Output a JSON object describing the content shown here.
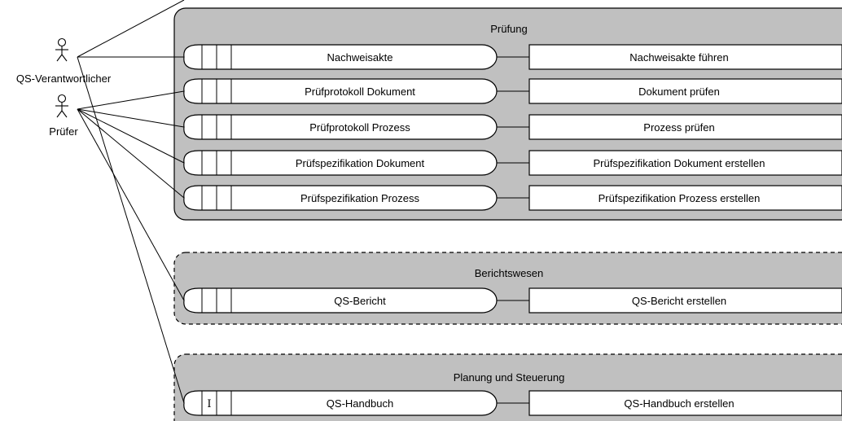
{
  "actors": [
    {
      "id": "qs",
      "label": "QS-Verantwortlicher"
    },
    {
      "id": "pr",
      "label": "Prüfer"
    }
  ],
  "groups": [
    {
      "title": "Prüfung",
      "style": "solid",
      "rows": [
        {
          "object": "Nachweisakte",
          "function": "Nachweisakte führen",
          "marker": ""
        },
        {
          "object": "Prüfprotokoll Dokument",
          "function": "Dokument prüfen",
          "marker": ""
        },
        {
          "object": "Prüfprotokoll Prozess",
          "function": "Prozess prüfen",
          "marker": ""
        },
        {
          "object": "Prüfspezifikation Dokument",
          "function": "Prüfspezifikation Dokument erstellen",
          "marker": ""
        },
        {
          "object": "Prüfspezifikation Prozess",
          "function": "Prüfspezifikation Prozess erstellen",
          "marker": ""
        }
      ]
    },
    {
      "title": "Berichtswesen",
      "style": "dashed",
      "rows": [
        {
          "object": "QS-Bericht",
          "function": "QS-Bericht erstellen",
          "marker": ""
        }
      ]
    },
    {
      "title": "Planung und Steuerung",
      "style": "dashed",
      "rows": [
        {
          "object": "QS-Handbuch",
          "function": "QS-Handbuch erstellen",
          "marker": "I"
        }
      ]
    }
  ],
  "colors": {
    "group_fill": "#c0c0c0",
    "stroke": "#000000",
    "box_fill": "#ffffff"
  }
}
